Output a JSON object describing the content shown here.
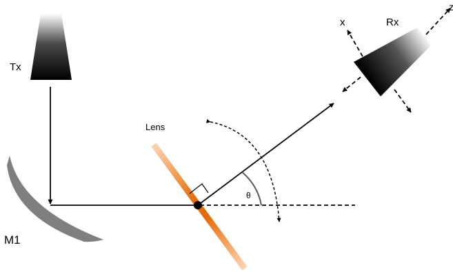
{
  "labels": {
    "transmitter": "Tx",
    "receiver": "Rx",
    "x_axis": "x",
    "z_axis": "z",
    "lens": "Lens",
    "angle": "θ",
    "mirror": "M1"
  },
  "colors": {
    "line": "#000000",
    "mirror": "#7f7f7f",
    "lens_core": "#e36c09",
    "lens_edge": "#fbd4b4",
    "horn_dark": "#000000",
    "horn_light": "#ffffff",
    "angle_arc": "#595959"
  }
}
